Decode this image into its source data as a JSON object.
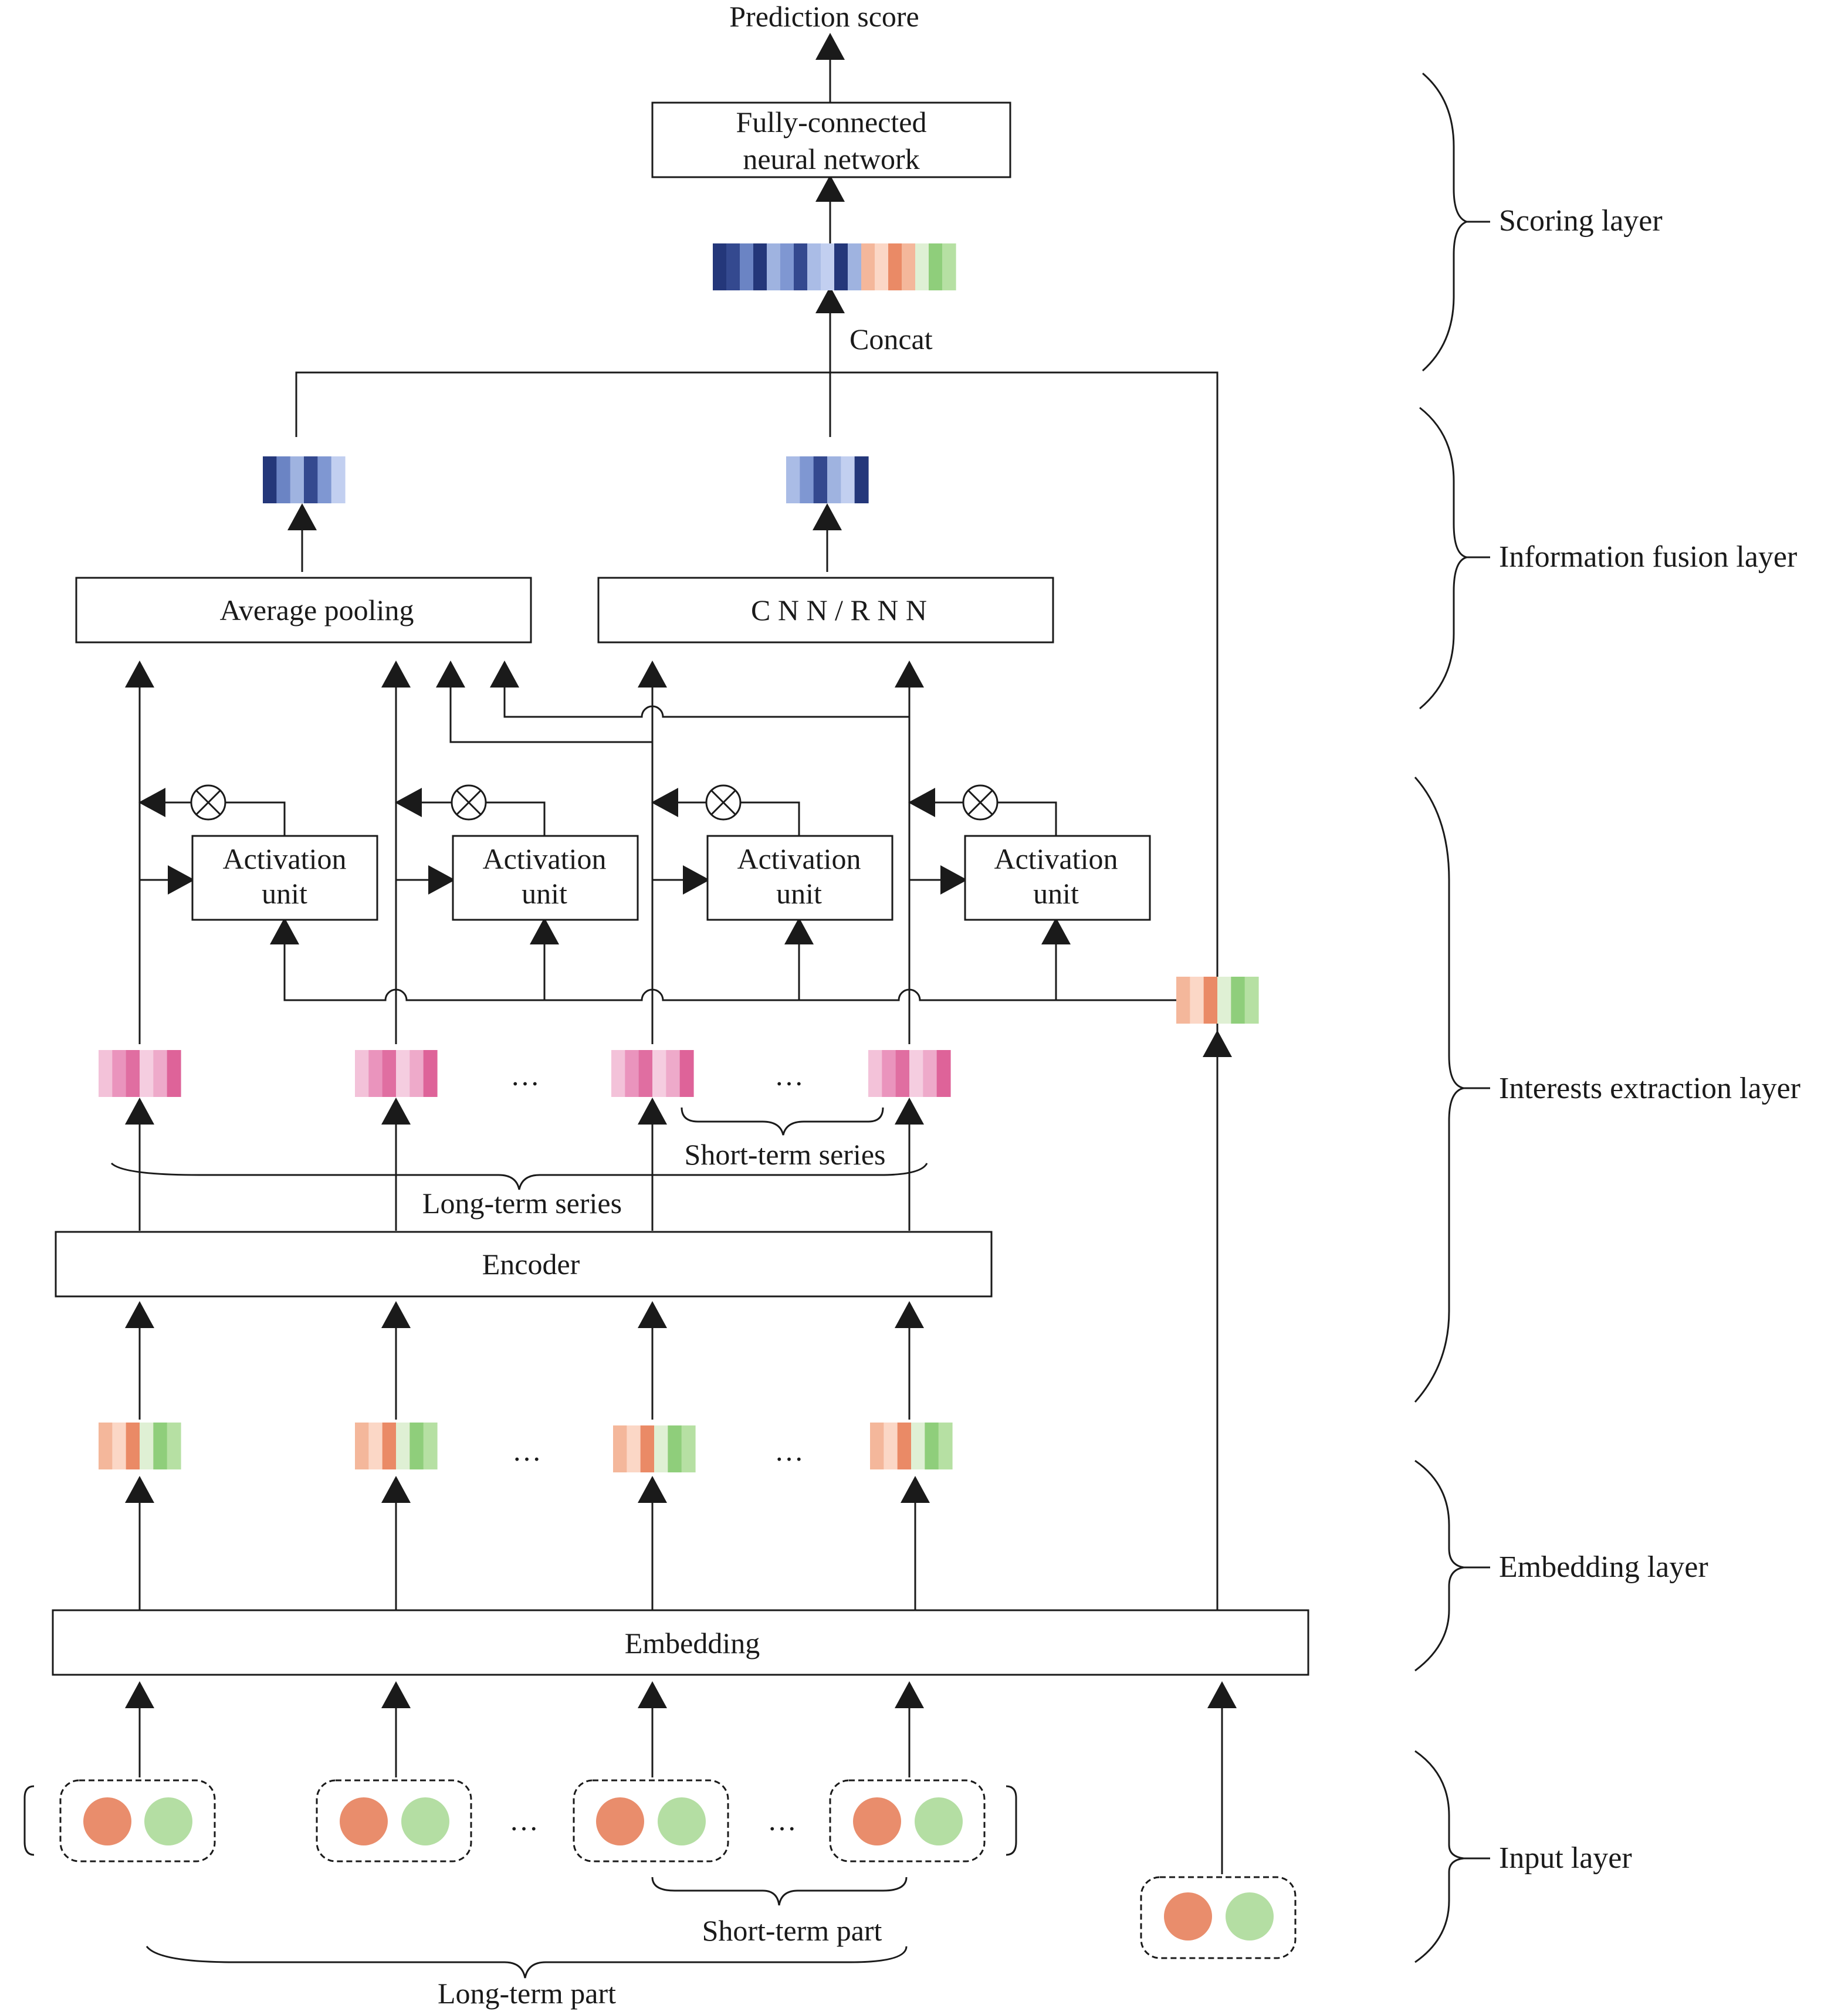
{
  "title": "",
  "nodes": {
    "prediction": "Prediction score",
    "fc": [
      "Fully-connected",
      "neural network"
    ],
    "concat": "Concat",
    "avg_pool": "Average pooling",
    "cnn_rnn": "C N N / R N N",
    "activation": [
      "Activation",
      "unit"
    ],
    "encoder": "Encoder",
    "embedding": "Embedding"
  },
  "annotations": {
    "short_series": "Short-term series",
    "long_series": "Long-term series",
    "short_part": "Short-term part",
    "long_part": "Long-term part",
    "ellipsis": "…"
  },
  "layers": [
    "Scoring layer",
    "Information fusion layer",
    "Interests extraction layer",
    "Embedding layer",
    "Input layer"
  ],
  "colors": {
    "pink": [
      "#f3c2d9",
      "#ea94bd",
      "#e06ea1",
      "#f5cde0",
      "#eeaaca",
      "#de6399"
    ],
    "item": [
      "#f4b79b",
      "#fbd7c6",
      "#ea8a66",
      "#dff0d4",
      "#8fce7b",
      "#b6e0a3"
    ],
    "blue_fused": [
      "#24377a",
      "#6b84c4",
      "#9fb3e0",
      "#34498f",
      "#7f97d2",
      "#c2cff0"
    ],
    "blue_cnn": [
      "#aabce6",
      "#7f97d2",
      "#34498f",
      "#9fb3e0",
      "#c2cff0",
      "#24377a"
    ],
    "final": [
      "#24377a",
      "#34498f",
      "#6b84c4",
      "#24377a",
      "#9fb3e0",
      "#7f97d2",
      "#34498f",
      "#aabce6",
      "#c2cff0",
      "#24377a",
      "#9fb3e0",
      "#f4b79b",
      "#fbd7c6",
      "#ea8a66",
      "#f4b79b",
      "#dff0d4",
      "#8fce7b",
      "#b6e0a3"
    ],
    "dot_orange": "#e98d6c",
    "dot_green": "#b4dea3"
  }
}
